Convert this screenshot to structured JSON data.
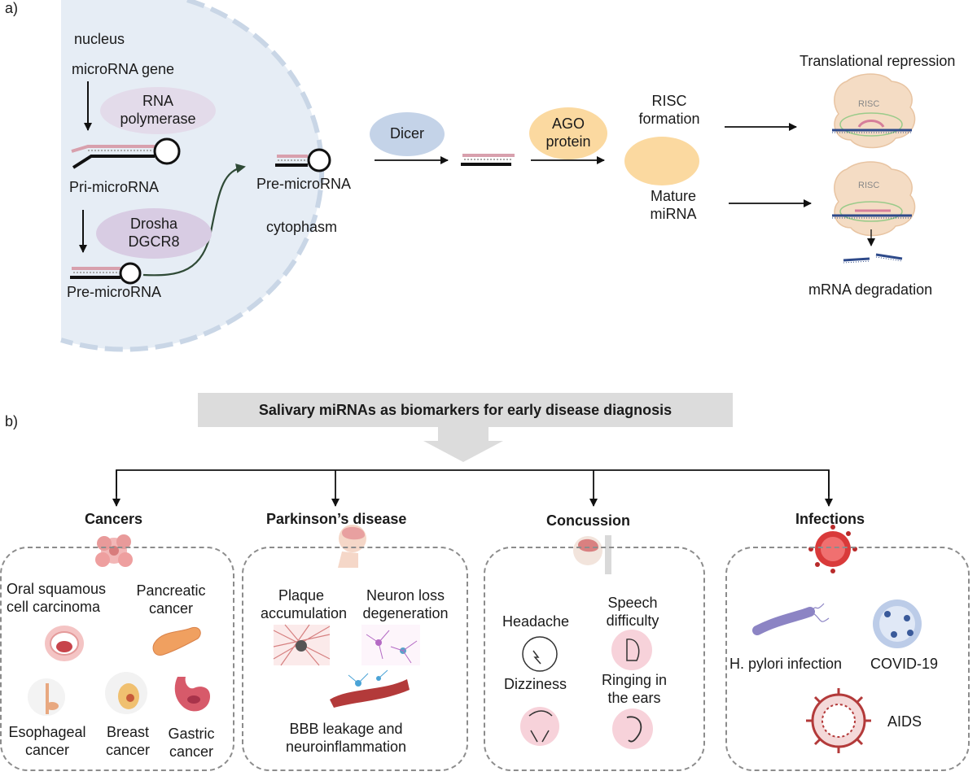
{
  "panel_a": {
    "label": "a)",
    "nucleus": "nucleus",
    "microrna_gene": "microRNA gene",
    "rna_polymerase": [
      "RNA",
      "polymerase"
    ],
    "pri_microrna": "Pri-microRNA",
    "drosha": [
      "Drosha",
      "DGCR8"
    ],
    "pre_microrna_nucleus": "Pre-microRNA",
    "pre_microrna_cytoplasm": "Pre-microRNA",
    "cytoplasm": "cytophasm",
    "dicer": "Dicer",
    "ago": [
      "AGO",
      "protein"
    ],
    "risc_formation": [
      "RISC",
      "formation"
    ],
    "mature_mirna": [
      "Mature",
      "miRNA"
    ],
    "translational_repression": "Translational repression",
    "mrna_degradation": "mRNA degradation",
    "risc_top": "RISC",
    "risc_bottom": "RISC"
  },
  "panel_b": {
    "label": "b)",
    "banner": "Salivary miRNAs as biomarkers for early disease diagnosis",
    "categories": {
      "cancers": {
        "title": "Cancers",
        "oral": [
          "Oral squamous",
          "cell carcinoma"
        ],
        "pancreatic": [
          "Pancreatic",
          "cancer"
        ],
        "esophageal": [
          "Esophageal",
          "cancer"
        ],
        "breast": [
          "Breast",
          "cancer"
        ],
        "gastric": [
          "Gastric",
          "cancer"
        ]
      },
      "parkinsons": {
        "title": "Parkinson’s disease",
        "plaque": [
          "Plaque",
          "accumulation"
        ],
        "neuron": [
          "Neuron loss",
          "degeneration"
        ],
        "bbb": [
          "BBB leakage and",
          "neuroinflammation"
        ]
      },
      "concussion": {
        "title": "Concussion",
        "headache": "Headache",
        "speech": [
          "Speech",
          "difficulty"
        ],
        "dizziness": "Dizziness",
        "ringing": [
          "Ringing in",
          "the ears"
        ]
      },
      "infections": {
        "title": "Infections",
        "hpylori": "H. pylori infection",
        "covid": "COVID-19",
        "aids": "AIDS"
      }
    }
  },
  "colors": {
    "nucleus_fill": "#e6edf5",
    "nucleus_border": "#c9d6e6",
    "enzyme_purple": "#e3dbea",
    "drosha_purple": "#d8cce3",
    "dicer_blue": "#c4d3e8",
    "ago_orange": "#fbd9a0",
    "mirna_pink": "#d8a0ad",
    "banner_gray": "#dcdcdc",
    "dash_gray": "#8c8c8c"
  }
}
